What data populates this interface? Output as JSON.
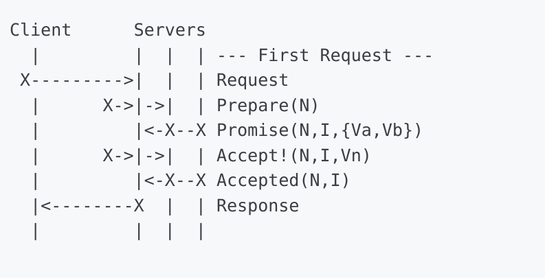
{
  "diagram": {
    "title": "Paxos protocol sequence diagram (ASCII art)",
    "type": "ascii-sequence-diagram",
    "background_color": "#f7f8fa",
    "text_color": "#3a3d42",
    "font_kind": "monospace",
    "columns": {
      "client_header": "Client",
      "servers_header": "Servers",
      "lifelines": [
        "client",
        "server-1",
        "server-2",
        "server-3"
      ]
    },
    "lines": [
      "Client      Servers",
      "  |         |  |  | --- First Request ---",
      " X--------->|  |  | Request",
      "  |      X->|->|  | Prepare(N)",
      "  |         |<-X--X Promise(N,I,{Va,Vb})",
      "  |      X->|->|  | Accept!(N,I,Vn)",
      "  |         |<-X--X Accepted(N,I)",
      "  |<--------X  |  | Response",
      "  |         |  |  |"
    ],
    "messages": [
      {
        "index": 1,
        "label": "--- First Request ---",
        "arrow": "none"
      },
      {
        "index": 2,
        "label": "Request",
        "arrow": "X--------->|"
      },
      {
        "index": 3,
        "label": "Prepare(N)",
        "arrow": "X->|->|"
      },
      {
        "index": 4,
        "label": "Promise(N,I,{Va,Vb})",
        "arrow": "|<-X--X"
      },
      {
        "index": 5,
        "label": "Accept!(N,I,Vn)",
        "arrow": "X->|->|"
      },
      {
        "index": 6,
        "label": "Accepted(N,I)",
        "arrow": "|<-X--X"
      },
      {
        "index": 7,
        "label": "Response",
        "arrow": "|<--------X"
      }
    ],
    "message_labels": [
      "--- First Request ---",
      "Request",
      "Prepare(N)",
      "Promise(N,I,{Va,Vb})",
      "Accept!(N,I,Vn)",
      "Accepted(N,I)",
      "Response"
    ]
  }
}
